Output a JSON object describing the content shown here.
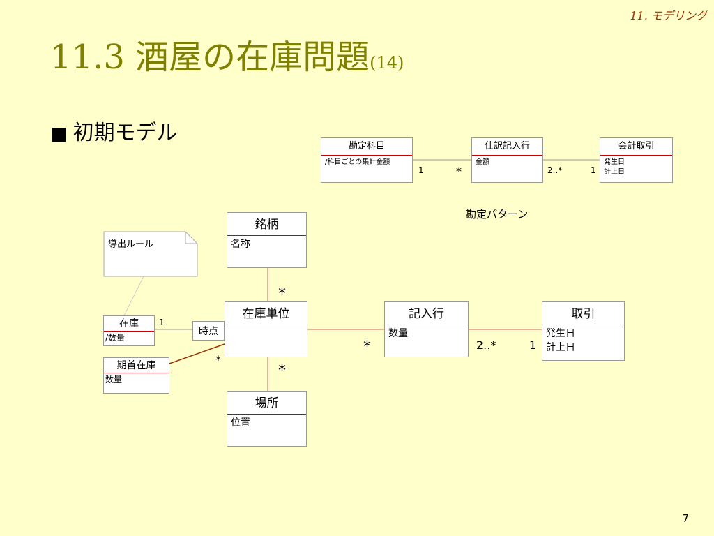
{
  "header": {
    "chapter": "11. モデリング"
  },
  "title": {
    "main": "11.3 酒屋の在庫問題",
    "sub": "(14)"
  },
  "bullet": {
    "marker": "■",
    "text": "初期モデル"
  },
  "page_number": "7",
  "pattern": {
    "caption": "勘定パターン",
    "account": {
      "name": "勘定科目",
      "attr1": "/科目ごとの集計金額"
    },
    "entry": {
      "name": "仕訳記入行",
      "attr1": "金額"
    },
    "transaction": {
      "name": "会計取引",
      "attr1": "発生日",
      "attr2": "計上日"
    },
    "mult": {
      "account_entry_1": "1",
      "account_entry_2": "*",
      "entry_tx_1": "2..*",
      "entry_tx_2": "1"
    }
  },
  "model": {
    "note": "導出ルール",
    "brand": {
      "name": "銘柄",
      "attr1": "名称"
    },
    "stock_unit": {
      "name": "在庫単位"
    },
    "location": {
      "name": "場所",
      "attr1": "位置"
    },
    "line_item": {
      "name": "記入行",
      "attr1": "数量"
    },
    "transaction": {
      "name": "取引",
      "attr1": "発生日",
      "attr2": "計上日"
    },
    "stock": {
      "name": "在庫",
      "attr1": "/数量"
    },
    "opening_stock": {
      "name": "期首在庫",
      "attr1": "数量"
    },
    "qualifier": "時点",
    "mult": {
      "brand_unit": "*",
      "unit_location": "*",
      "stock_1": "1",
      "unit_line_item": "*",
      "line_item_tx": "2..*",
      "tx_1": "1",
      "opening_star": "*"
    }
  }
}
